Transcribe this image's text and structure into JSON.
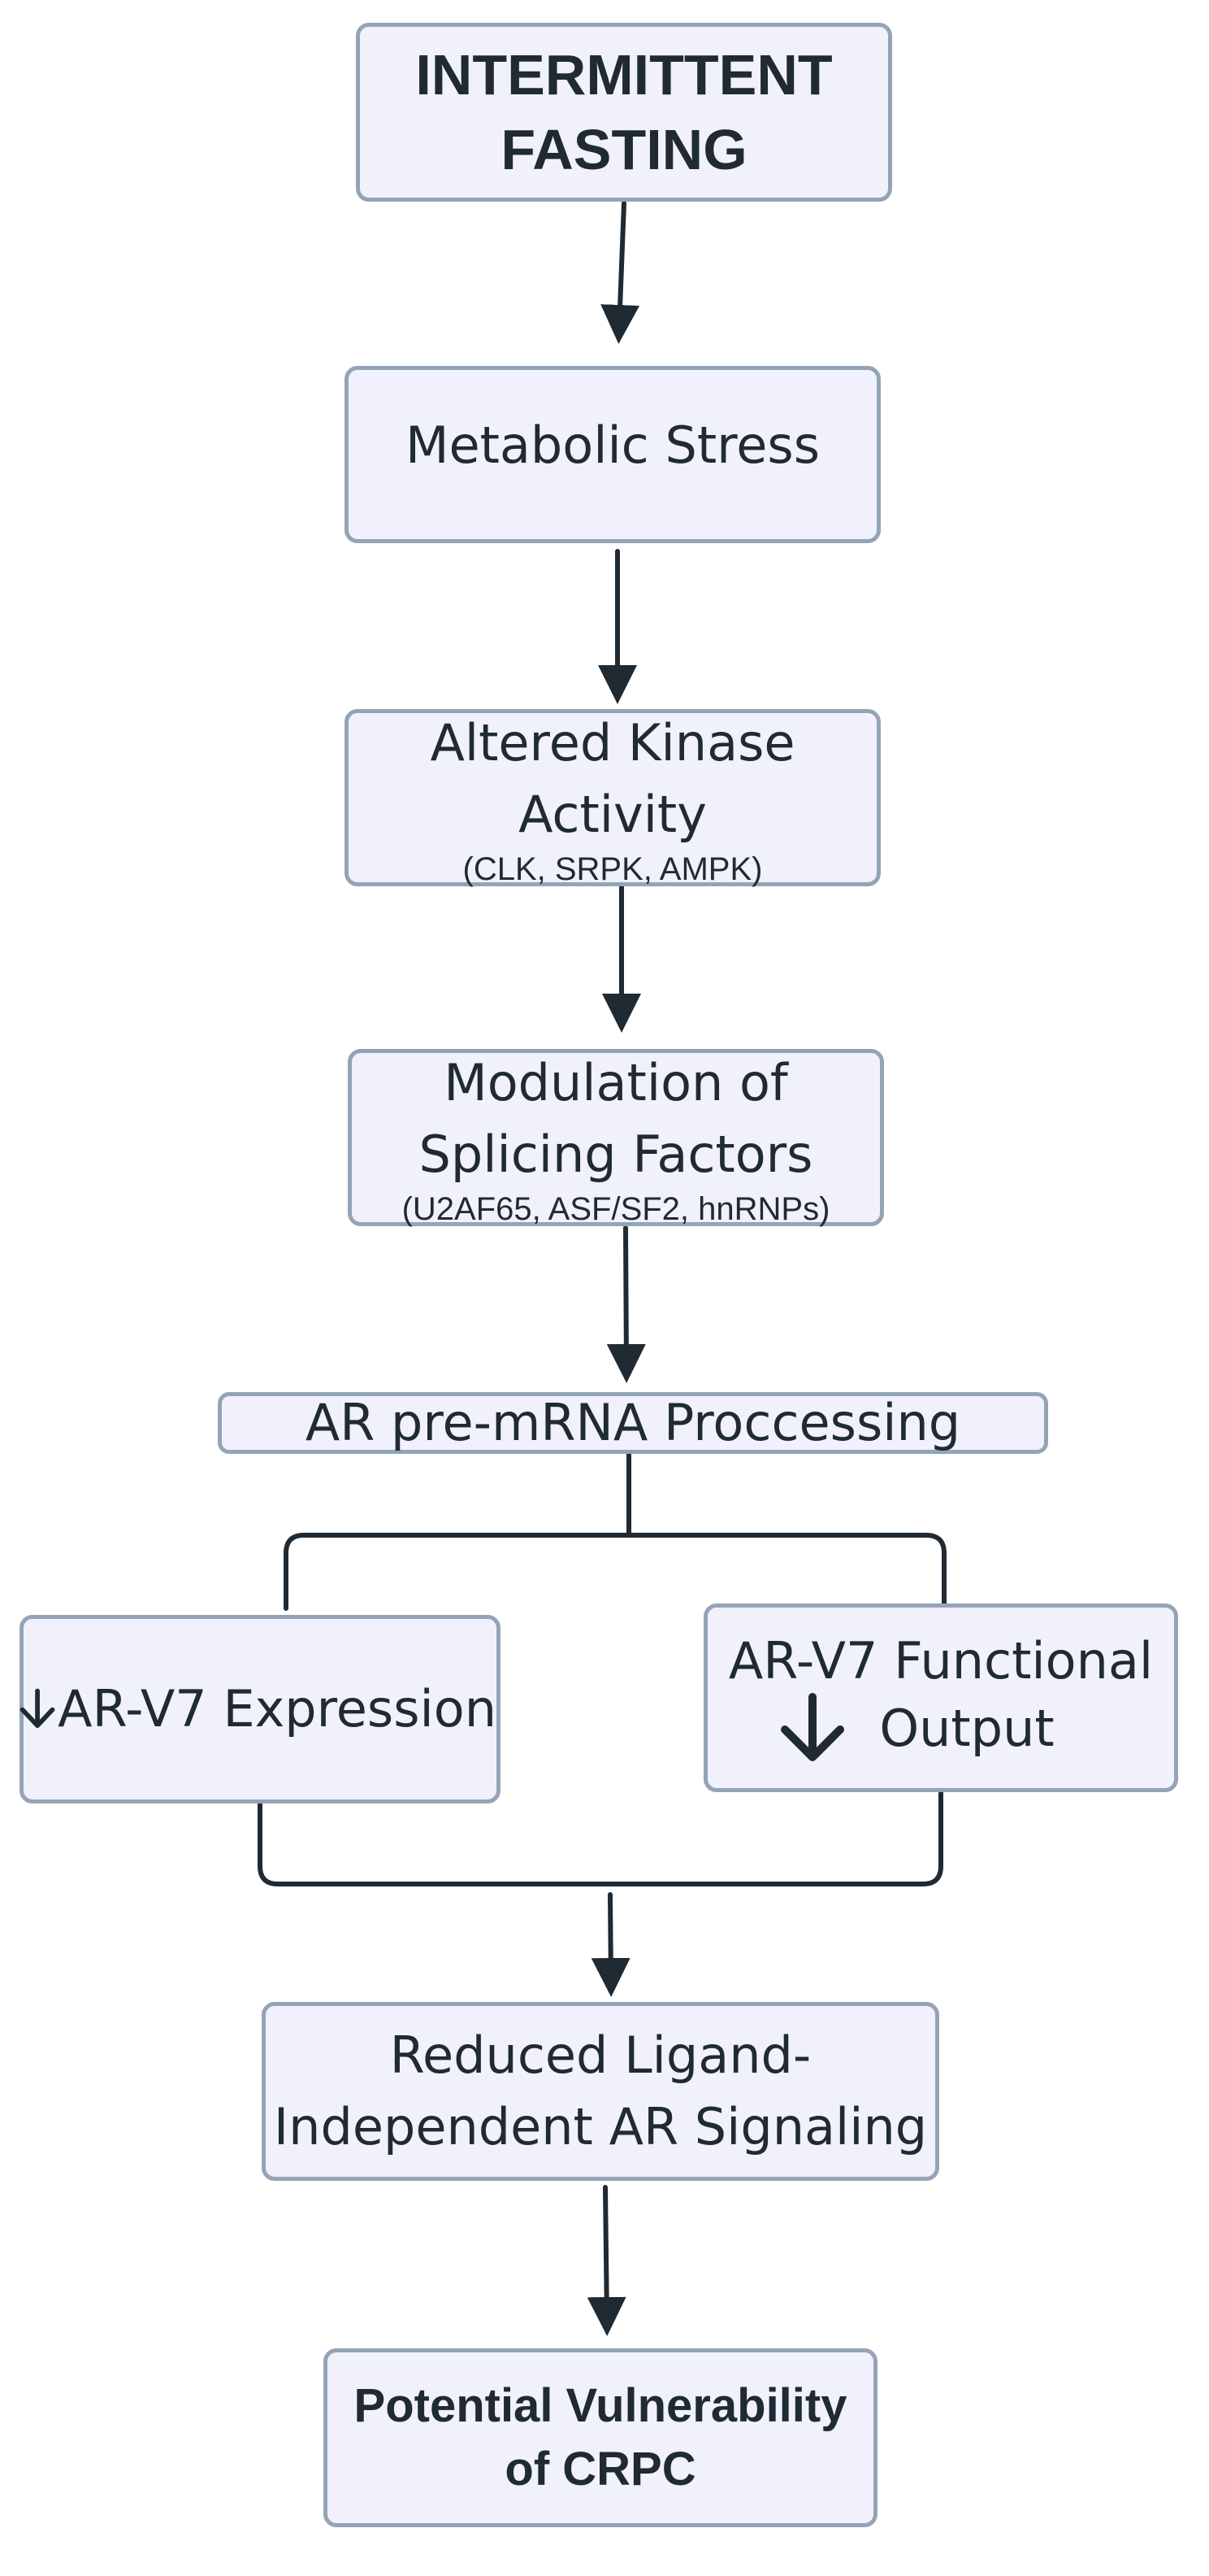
{
  "nodes": {
    "fasting": {
      "lines": [
        "INTERMITTENT",
        "FASTING"
      ]
    },
    "stress": {
      "lines": [
        "Metabolic Stress"
      ]
    },
    "kinase": {
      "lines": [
        "Altered Kinase",
        "Activity"
      ],
      "detail": "(CLK, SRPK, AMPK)"
    },
    "splicing": {
      "lines": [
        "Modulation of",
        "Splicing Factors"
      ],
      "detail": "(U2AF65, ASF/SF2, hnRNPs)"
    },
    "processing": {
      "lines": [
        "AR pre-mRNA Proccessing"
      ]
    },
    "expression": {
      "lines": [
        "AR-V7 Expression"
      ]
    },
    "functional": {
      "lines": [
        "AR-V7 Functional",
        "Output"
      ]
    },
    "signaling": {
      "lines": [
        "Reduced Ligand-",
        "Independent AR Signaling"
      ]
    },
    "vulnerability": {
      "lines": [
        "Potential Vulnerability",
        "of CRPC"
      ]
    }
  },
  "icons": {
    "expression": "down-arrow-icon",
    "functional": "down-arrow-icon"
  },
  "colors": {
    "node_fill": "#f0f1fc",
    "node_border": "#93a4b6",
    "connector": "#1f2a33",
    "text": "#1f2a33"
  }
}
